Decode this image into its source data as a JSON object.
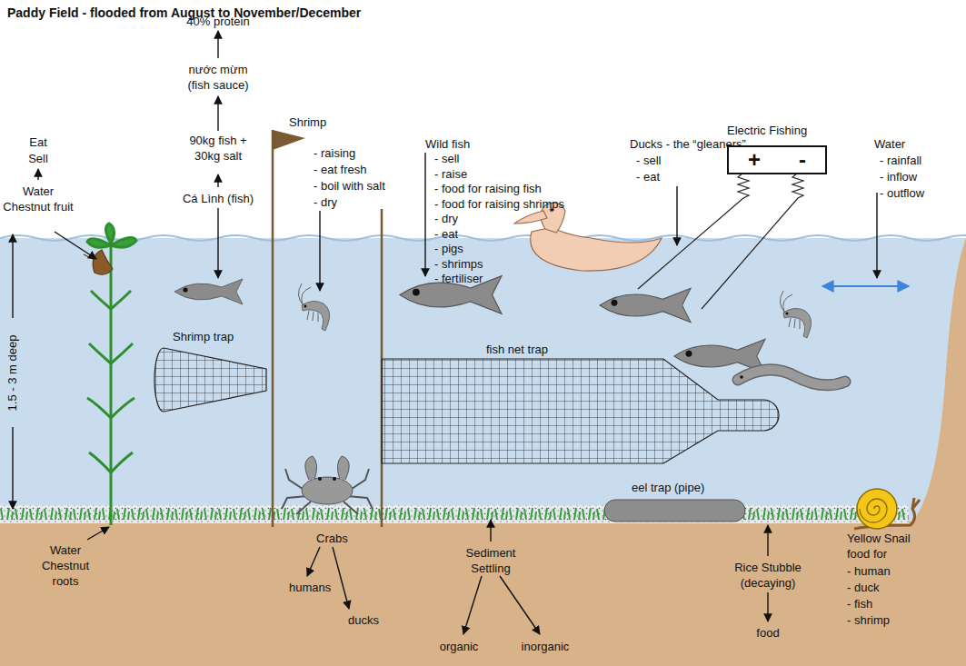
{
  "diagram": {
    "title": "Paddy Field - flooded from August to November/December",
    "nodes": [
      {
        "text": [
          "+",
          "-"
        ]
      }
    ],
    "labels": [
      "Eat",
      "Sell",
      "Water Chestnut fruit",
      "40% protein",
      "nước mừm (fish sauce)",
      "90kg fish + 30kg salt",
      "Cá Lình (fish)",
      "Shrimp",
      "- raising",
      "- eat fresh",
      "- boil with salt",
      "- dry",
      "Wild fish",
      "- sell",
      "- raise",
      "- food for raising fish",
      "- food for raising shrimps",
      "- dry",
      "- eat",
      "- pigs",
      "- shrimps",
      "- fertiliser",
      "Ducks - the “gleaners”",
      "- sell",
      "- eat",
      "Electric Fishing",
      "Water",
      "- rainfall",
      "- inflow",
      "- outflow",
      "1.5 - 3 m deep",
      "Shrimp trap",
      "fish net trap",
      "eel trap (pipe)",
      "Water Chestnut roots",
      "Crabs",
      "humans",
      "ducks",
      "Sediment Settling",
      "organic",
      "inorganic",
      "Rice Stubble (decaying)",
      "food",
      "Yellow Snail food for",
      "- human",
      "- duck",
      "- fish",
      "- shrimp"
    ]
  }
}
